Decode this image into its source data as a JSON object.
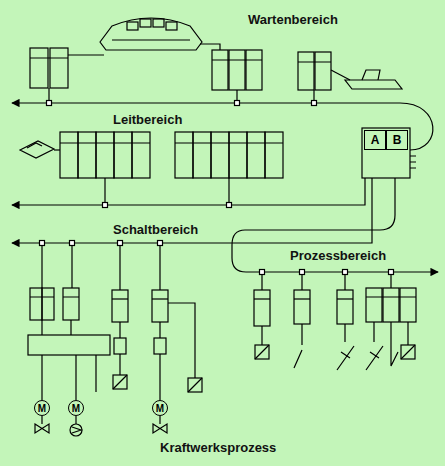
{
  "diagram": {
    "nodes": [
      {
        "text": [
          "A"
        ]
      },
      {
        "text": [
          "B"
        ]
      },
      {
        "text": [
          "M"
        ]
      },
      {
        "text": [
          "M"
        ]
      },
      {
        "text": [
          "M"
        ]
      }
    ],
    "labels": [
      "Wartenbereich",
      "Leitbereich",
      "Schaltbereich",
      "Prozessbereich",
      "Kraftwerksprozess"
    ]
  }
}
